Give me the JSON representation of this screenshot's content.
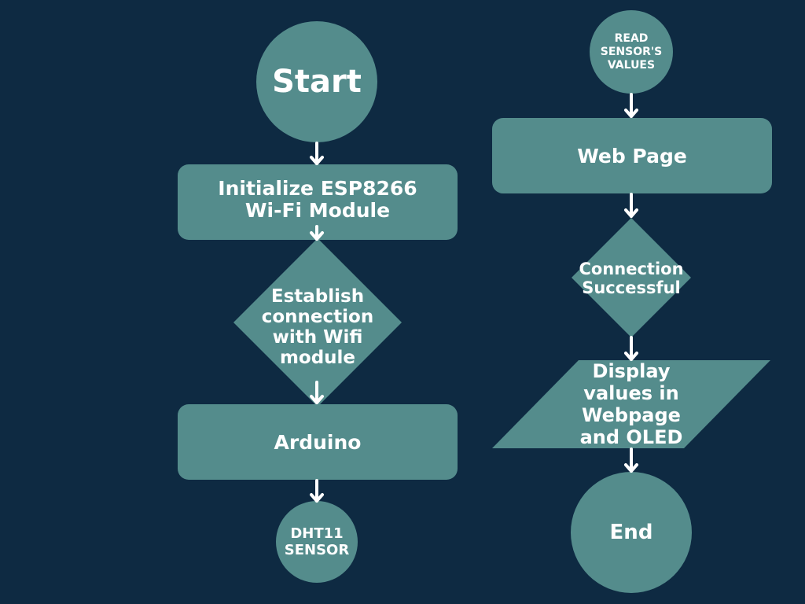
{
  "colors": {
    "background": "#0e2a42",
    "shape_fill": "#548c8c",
    "text": "#ffffff",
    "arrow": "#ffffff"
  },
  "nodes": {
    "start": {
      "label": "Start",
      "shape": "circle"
    },
    "init_wifi": {
      "label": "Initialize ESP8266\nWi-Fi Module",
      "shape": "rounded-rect"
    },
    "establish": {
      "label": "Establish\nconnection\nwith Wifi\nmodule",
      "shape": "diamond"
    },
    "arduino": {
      "label": "Arduino",
      "shape": "rounded-rect"
    },
    "dht11": {
      "label": "DHT11\nSENSOR",
      "shape": "circle"
    },
    "read_sensor": {
      "label": "READ\nSENSOR'S\nVALUES",
      "shape": "circle"
    },
    "web_page": {
      "label": "Web Page",
      "shape": "rounded-rect"
    },
    "connection": {
      "label": "Connection\nSuccessful",
      "shape": "diamond"
    },
    "display": {
      "label": "Display\nvalues in\nWebpage\nand OLED",
      "shape": "parallelogram"
    },
    "end": {
      "label": "End",
      "shape": "circle"
    }
  },
  "edges": [
    {
      "from": "start",
      "to": "init_wifi"
    },
    {
      "from": "init_wifi",
      "to": "establish"
    },
    {
      "from": "establish",
      "to": "arduino"
    },
    {
      "from": "arduino",
      "to": "dht11"
    },
    {
      "from": "read_sensor",
      "to": "web_page"
    },
    {
      "from": "web_page",
      "to": "connection"
    },
    {
      "from": "connection",
      "to": "display"
    },
    {
      "from": "display",
      "to": "end"
    }
  ]
}
